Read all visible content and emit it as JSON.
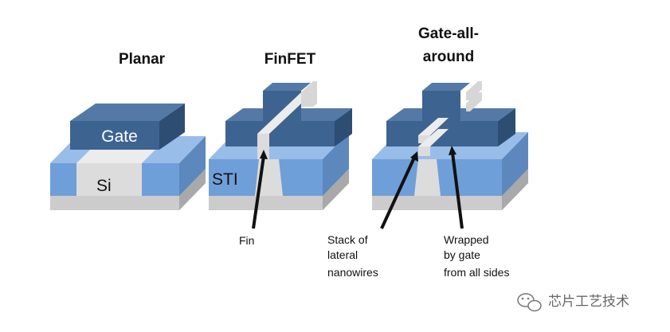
{
  "titles": {
    "planar": "Planar",
    "finfet": "FinFET",
    "gaa_line1": "Gate-all-",
    "gaa_line2": "around"
  },
  "labels": {
    "gate": "Gate",
    "si": "Si",
    "sti": "STI",
    "fin": "Fin",
    "stack_line1": "Stack of",
    "stack_line2": "lateral",
    "stack_line3": "nanowires",
    "wrapped_line1": "Wrapped",
    "wrapped_line2": "by gate",
    "wrapped_line3": "from all sides"
  },
  "watermark": {
    "text": "芯片工艺技术",
    "icon": "wechat-icon"
  },
  "colors": {
    "gate_front": "#3d6391",
    "gate_top": "#5579a6",
    "gate_side": "#2e4d73",
    "sti_front": "#6f9fd8",
    "sti_top": "#98bde8",
    "sti_side": "#5c88bd",
    "si_front": "#dcdcdc",
    "si_top": "#ececec",
    "si_side": "#bdbdbd",
    "base_front": "#cccccc",
    "base_side": "#a9a9a9"
  }
}
